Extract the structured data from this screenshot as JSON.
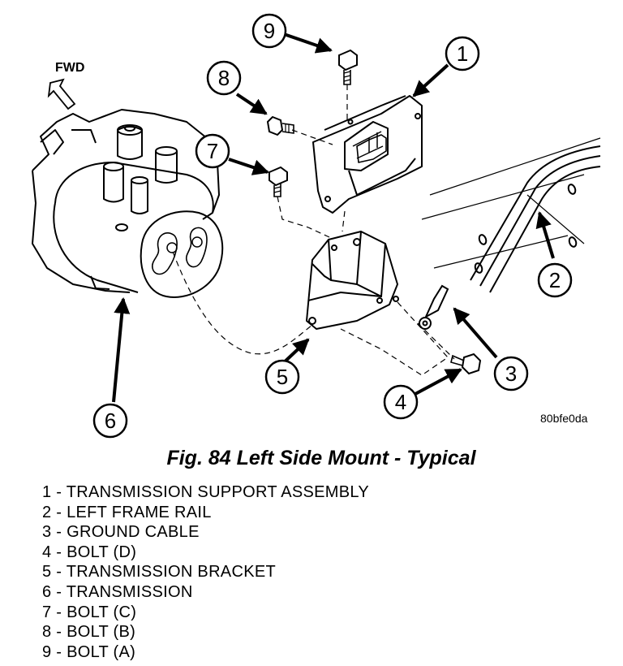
{
  "figure": {
    "fwd_label": "FWD",
    "figure_code": "80bfe0da",
    "caption": "Fig. 84 Left Side Mount - Typical",
    "callouts": [
      "1",
      "2",
      "3",
      "4",
      "5",
      "6",
      "7",
      "8",
      "9"
    ]
  },
  "legend": [
    "1 - TRANSMISSION SUPPORT ASSEMBLY",
    "2 - LEFT FRAME RAIL",
    "3 - GROUND CABLE",
    "4 - BOLT (D)",
    "5 - TRANSMISSION BRACKET",
    "6 - TRANSMISSION",
    "7 - BOLT (C)",
    "8 - BOLT (B)",
    "9 - BOLT (A)"
  ]
}
